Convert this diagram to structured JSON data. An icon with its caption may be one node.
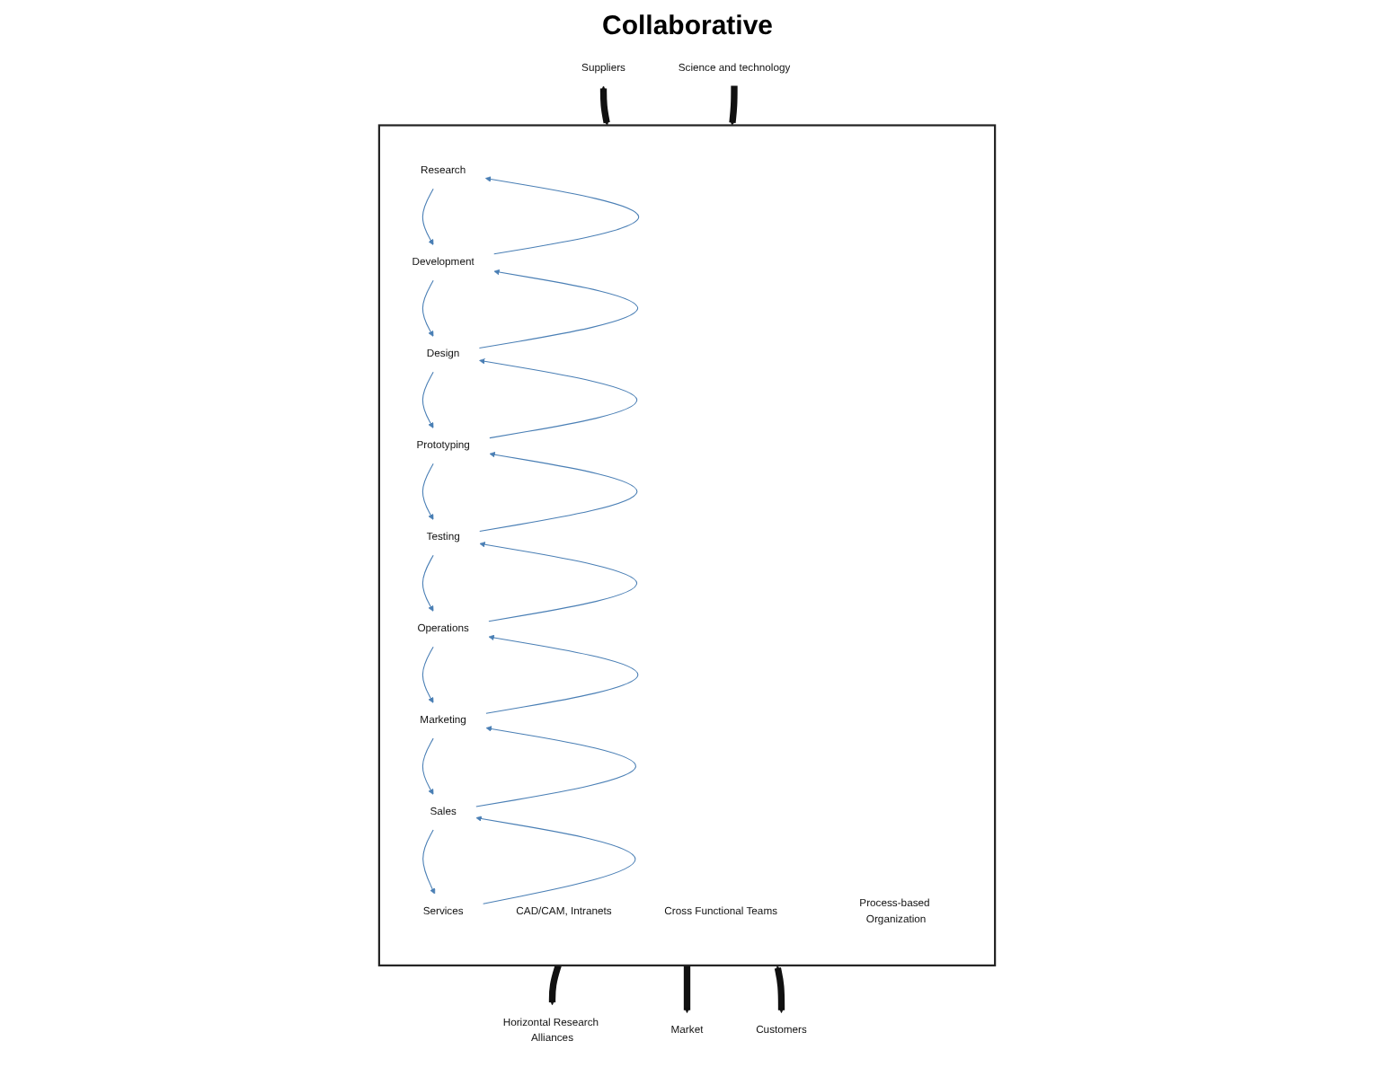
{
  "diagram": {
    "title": "Collaborative",
    "nodes": [
      {
        "text": [
          "Suppliers"
        ]
      },
      {
        "text": [
          "Science and technology"
        ]
      },
      {
        "text": [],
        "shape": "box"
      },
      {
        "text": [
          "Research"
        ],
        "in": 2
      },
      {
        "text": [
          "Development"
        ],
        "in": 2
      },
      {
        "text": [
          "Design"
        ],
        "in": 2
      },
      {
        "text": [
          "Prototyping"
        ],
        "in": 2
      },
      {
        "text": [
          "Testing"
        ],
        "in": 2
      },
      {
        "text": [
          "Operations"
        ],
        "in": 2
      },
      {
        "text": [
          "Marketing"
        ],
        "in": 2
      },
      {
        "text": [
          "Sales"
        ],
        "in": 2
      },
      {
        "text": [
          "Services"
        ],
        "in": 2
      },
      {
        "text": [
          "CAD/CAM, Intranets"
        ],
        "in": 2
      },
      {
        "text": [
          "Cross Functional Teams"
        ],
        "in": 2
      },
      {
        "text": [
          "Process-based Organization"
        ],
        "in": 2
      },
      {
        "text": [
          "Horizontal Research Alliances"
        ]
      },
      {
        "text": [
          "Market"
        ]
      },
      {
        "text": [
          "Customers"
        ]
      }
    ],
    "edges": [
      {
        "from": 0,
        "to": 2,
        "arrow": "both",
        "style": "thick",
        "color": "#111111"
      },
      {
        "from": 1,
        "to": 2,
        "arrow": "to",
        "style": "thick",
        "color": "#111111"
      },
      {
        "from": 2,
        "to": 15,
        "arrow": "to",
        "style": "thick",
        "color": "#111111"
      },
      {
        "from": 2,
        "to": 16,
        "arrow": "to",
        "style": "thick",
        "color": "#111111"
      },
      {
        "from": 2,
        "to": 17,
        "arrow": "both",
        "style": "thick",
        "color": "#111111"
      },
      {
        "from": 3,
        "to": 4,
        "arrow": "to"
      },
      {
        "from": 4,
        "to": 5,
        "arrow": "to"
      },
      {
        "from": 5,
        "to": 6,
        "arrow": "to"
      },
      {
        "from": 6,
        "to": 7,
        "arrow": "to"
      },
      {
        "from": 7,
        "to": 8,
        "arrow": "to"
      },
      {
        "from": 8,
        "to": 9,
        "arrow": "to"
      },
      {
        "from": 9,
        "to": 10,
        "arrow": "to"
      },
      {
        "from": 10,
        "to": 11,
        "arrow": "to"
      },
      {
        "from": 11,
        "to": 10,
        "arrow": "to"
      },
      {
        "from": 10,
        "to": 9,
        "arrow": "to"
      },
      {
        "from": 9,
        "to": 8,
        "arrow": "to"
      },
      {
        "from": 8,
        "to": 7,
        "arrow": "to"
      },
      {
        "from": 7,
        "to": 6,
        "arrow": "to"
      },
      {
        "from": 6,
        "to": 5,
        "arrow": "to"
      },
      {
        "from": 5,
        "to": 4,
        "arrow": "to"
      },
      {
        "from": 4,
        "to": 3,
        "arrow": "to"
      }
    ]
  }
}
